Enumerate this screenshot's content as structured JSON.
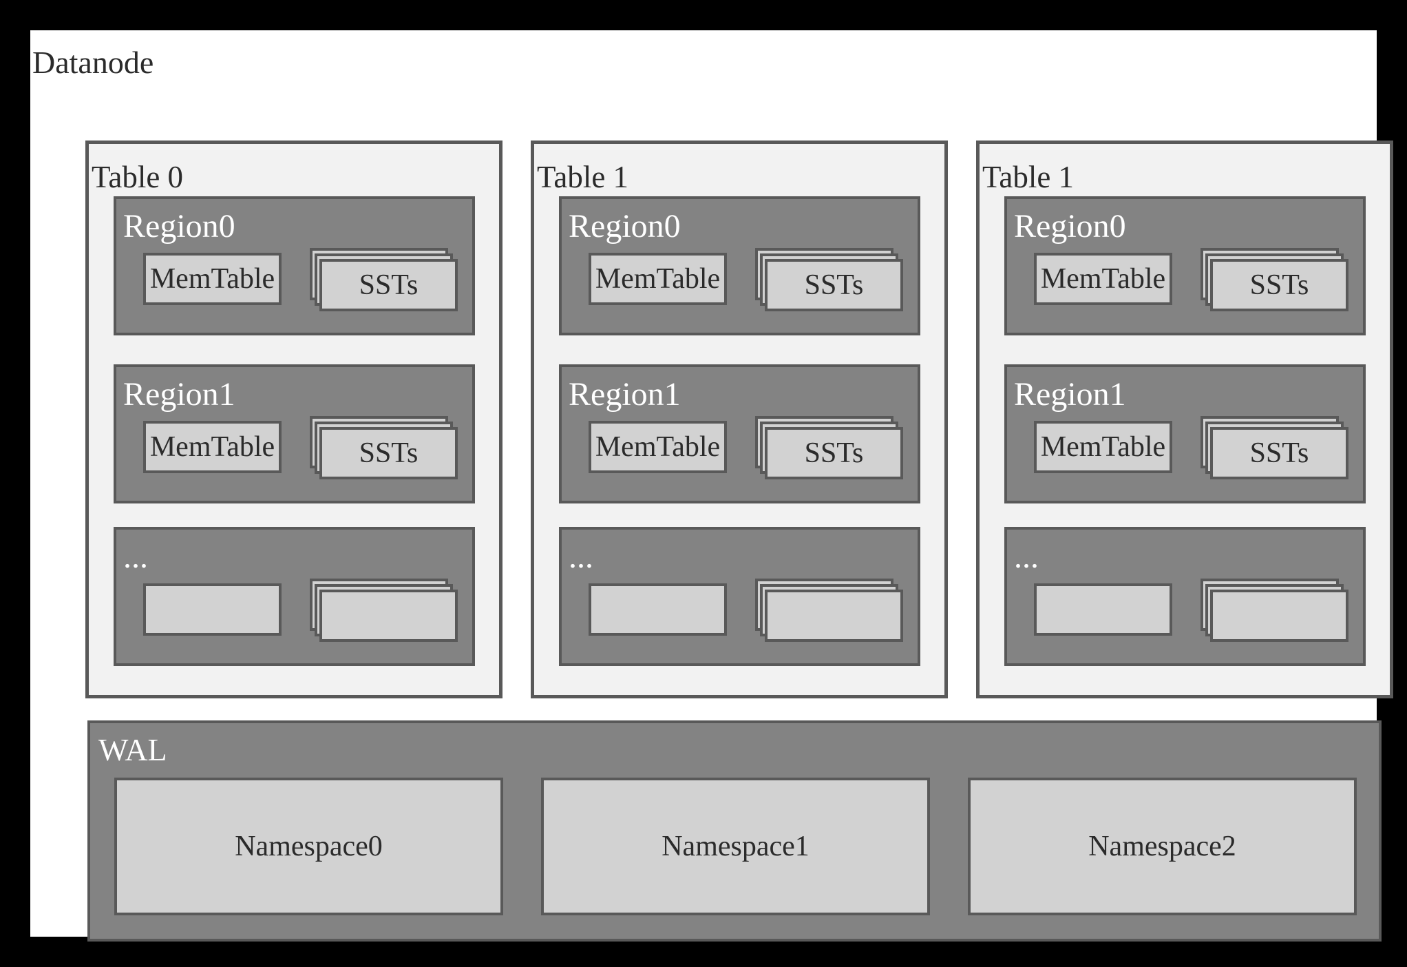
{
  "title": "Datanode",
  "palette": {
    "frame": "#000000",
    "page-bg": "#ffffff",
    "table-fill": "#f2f2f2",
    "panel-fill": "#838383",
    "light-fill": "#d2d2d2",
    "line": "#595959",
    "text-dark": "#2b2b2b",
    "text-light": "#ffffff"
  },
  "tables": [
    {
      "label": "Table 0",
      "regions": [
        {
          "label": "Region0",
          "memtable_label": "MemTable",
          "ssts_label": "SSTs"
        },
        {
          "label": "Region1",
          "memtable_label": "MemTable",
          "ssts_label": "SSTs"
        },
        {
          "label": "...",
          "memtable_label": "",
          "ssts_label": ""
        }
      ]
    },
    {
      "label": "Table 1",
      "regions": [
        {
          "label": "Region0",
          "memtable_label": "MemTable",
          "ssts_label": "SSTs"
        },
        {
          "label": "Region1",
          "memtable_label": "MemTable",
          "ssts_label": "SSTs"
        },
        {
          "label": "...",
          "memtable_label": "",
          "ssts_label": ""
        }
      ]
    },
    {
      "label": "Table 1",
      "regions": [
        {
          "label": "Region0",
          "memtable_label": "MemTable",
          "ssts_label": "SSTs"
        },
        {
          "label": "Region1",
          "memtable_label": "MemTable",
          "ssts_label": "SSTs"
        },
        {
          "label": "...",
          "memtable_label": "",
          "ssts_label": ""
        }
      ]
    }
  ],
  "wal": {
    "label": "WAL",
    "namespaces": [
      {
        "label": "Namespace0"
      },
      {
        "label": "Namespace1"
      },
      {
        "label": "Namespace2"
      }
    ]
  }
}
